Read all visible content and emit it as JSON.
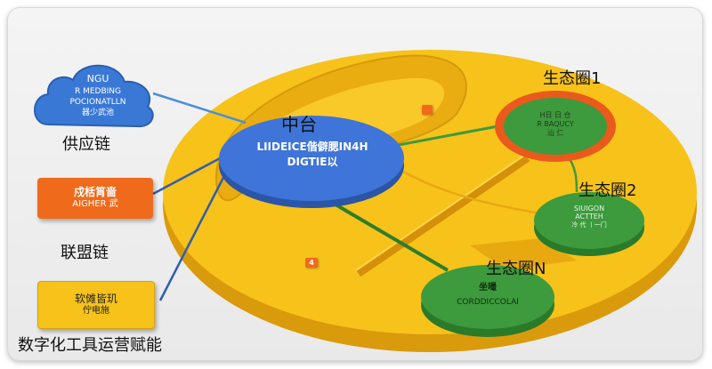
{
  "supply_chain": {
    "cloud_lines": [
      "NGU",
      "R MEDBING",
      "POCIONATLLN",
      "器少武池"
    ],
    "label": "供应链"
  },
  "alliance_chain": {
    "box_lines": [
      "戍栝筲啬",
      "AIGHER 武"
    ],
    "label": "联盟链"
  },
  "digital_tools": {
    "box_lines": [
      "软傩皆玑",
      "佇电施"
    ],
    "label": "数字化工具运营赋能"
  },
  "hub": {
    "title": "中台",
    "lines": [
      "LIIDEICE偕僻腮IN4H",
      "DIGTIE以"
    ]
  },
  "ecosystems": [
    {
      "label": "生态圈1",
      "lines": [
        "H日 日 仓",
        "R BAQUCY",
        "汕 仁"
      ]
    },
    {
      "label": "生态圈2",
      "lines": [
        "SIUIGON",
        "ACTTEH",
        "冷 代 丨一门"
      ]
    },
    {
      "label": "生态圈N",
      "lines": [
        "坐嘬",
        "CORDDICCOLAI"
      ]
    }
  ],
  "markers": [
    "4"
  ],
  "colors": {
    "platform_yellow": "#f7c21a",
    "hub_blue": "#3f74d8",
    "eco_green": "#3d9a3d",
    "eco_ring_orange": "#ea5a1c",
    "alliance_orange": "#f06a1c",
    "tools_yellow": "#f7c31a"
  }
}
